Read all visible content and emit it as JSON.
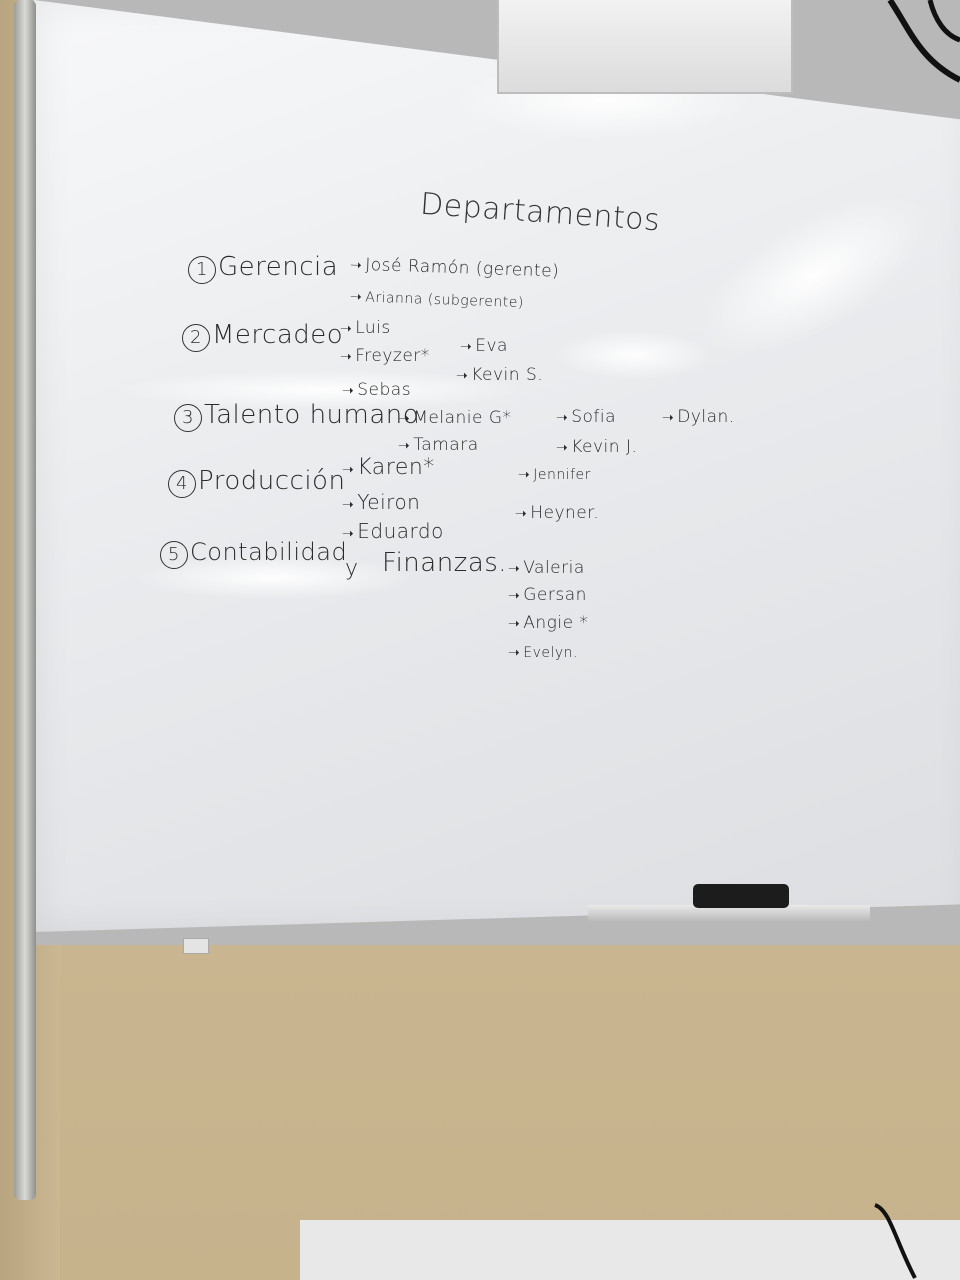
{
  "board": {
    "title": "Departamentos",
    "departments": [
      {
        "num": "1",
        "label": "Gerencia"
      },
      {
        "num": "2",
        "label": "Mercadeo"
      },
      {
        "num": "3",
        "label": "Talento humano"
      },
      {
        "num": "4",
        "label": "Producción"
      },
      {
        "num": "5",
        "label": "Contabilidad"
      }
    ],
    "conj": "y",
    "finanzas": "Finanzas.",
    "names": {
      "jose": "José Ramón (gerente)",
      "arianna": "Arianna (subgerente)",
      "luis": "Luis",
      "freyzer": "Freyzer*",
      "sebas": "Sebas",
      "eva": "Eva",
      "kevin_s": "Kevin S.",
      "melanie": "Melanie G*",
      "tamara": "Tamara",
      "sofia": "Sofia",
      "kevin_j": "Kevin J.",
      "dylan": "Dylan.",
      "karen": "Karen*",
      "yeiron": "Yeiron",
      "eduardo": "Eduardo",
      "jennifer": "Jennifer",
      "heyner": "Heyner.",
      "valeria": "Valeria",
      "gersan": "Gersan",
      "angie": "Angie *",
      "evelyn": "Evelyn."
    },
    "arrow": "➝"
  }
}
